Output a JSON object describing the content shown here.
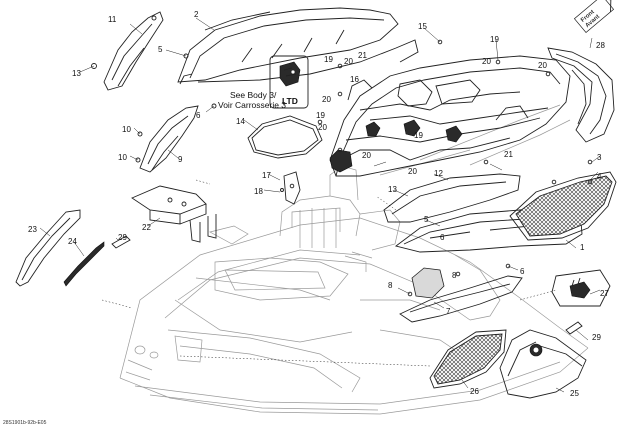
{
  "figure": {
    "see_body_line1": "See Body 3/",
    "see_body_line2": "Voir Carrosserie 3",
    "ltd_badge": "LTD",
    "front_label_line1": "Front",
    "front_label_line2": "Avant",
    "drawing_code": "28S1901b-92b-E05"
  },
  "callouts": [
    {
      "id": "c1",
      "text": "1"
    },
    {
      "id": "c2",
      "text": "2"
    },
    {
      "id": "c3",
      "text": "3"
    },
    {
      "id": "c4",
      "text": "4"
    },
    {
      "id": "c5a",
      "text": "5"
    },
    {
      "id": "c5b",
      "text": "5"
    },
    {
      "id": "c6a",
      "text": "6"
    },
    {
      "id": "c6b",
      "text": "6"
    },
    {
      "id": "c6c",
      "text": "6"
    },
    {
      "id": "c7",
      "text": "7"
    },
    {
      "id": "c8a",
      "text": "8"
    },
    {
      "id": "c8b",
      "text": "8"
    },
    {
      "id": "c9",
      "text": "9"
    },
    {
      "id": "c10a",
      "text": "10"
    },
    {
      "id": "c10b",
      "text": "10"
    },
    {
      "id": "c11",
      "text": "11"
    },
    {
      "id": "c12",
      "text": "12"
    },
    {
      "id": "c13a",
      "text": "13"
    },
    {
      "id": "c13b",
      "text": "13"
    },
    {
      "id": "c14",
      "text": "14"
    },
    {
      "id": "c15",
      "text": "15"
    },
    {
      "id": "c16",
      "text": "16"
    },
    {
      "id": "c17",
      "text": "17"
    },
    {
      "id": "c18",
      "text": "18"
    },
    {
      "id": "c19a",
      "text": "19"
    },
    {
      "id": "c19b",
      "text": "19"
    },
    {
      "id": "c19c",
      "text": "19"
    },
    {
      "id": "c19d",
      "text": "19"
    },
    {
      "id": "c20a",
      "text": "20"
    },
    {
      "id": "c20b",
      "text": "20"
    },
    {
      "id": "c20c",
      "text": "20"
    },
    {
      "id": "c20d",
      "text": "20"
    },
    {
      "id": "c20e",
      "text": "20"
    },
    {
      "id": "c20f",
      "text": "20"
    },
    {
      "id": "c20g",
      "text": "20"
    },
    {
      "id": "c21a",
      "text": "21"
    },
    {
      "id": "c21b",
      "text": "21"
    },
    {
      "id": "c22",
      "text": "22"
    },
    {
      "id": "c23",
      "text": "23"
    },
    {
      "id": "c24",
      "text": "24"
    },
    {
      "id": "c25",
      "text": "25"
    },
    {
      "id": "c26",
      "text": "26"
    },
    {
      "id": "c27",
      "text": "27"
    },
    {
      "id": "c28",
      "text": "28"
    },
    {
      "id": "c29a",
      "text": "29"
    },
    {
      "id": "c29b",
      "text": "29"
    }
  ]
}
